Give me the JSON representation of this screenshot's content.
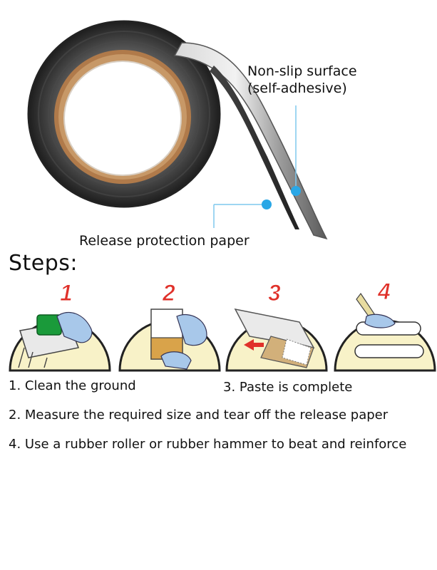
{
  "product": {
    "label_surface_line1": "Non-slip surface",
    "label_surface_line2": "(self-adhesive)",
    "label_release": "Release protection paper"
  },
  "steps": {
    "heading": "Steps:",
    "numbers": [
      "1",
      "2",
      "3",
      "4"
    ],
    "captions": {
      "step1": "1. Clean the ground",
      "step3": "3. Paste is complete",
      "step2": "2. Measure the required size and tear off the release paper",
      "step4": "4. Use a rubber roller or rubber hammer to beat and reinforce"
    }
  },
  "colors": {
    "accent_red": "#e0312a",
    "callout_blue": "#2aa7e6",
    "circle_fill": "#f8f2c8",
    "tape_dark": "#2f2f2f"
  }
}
